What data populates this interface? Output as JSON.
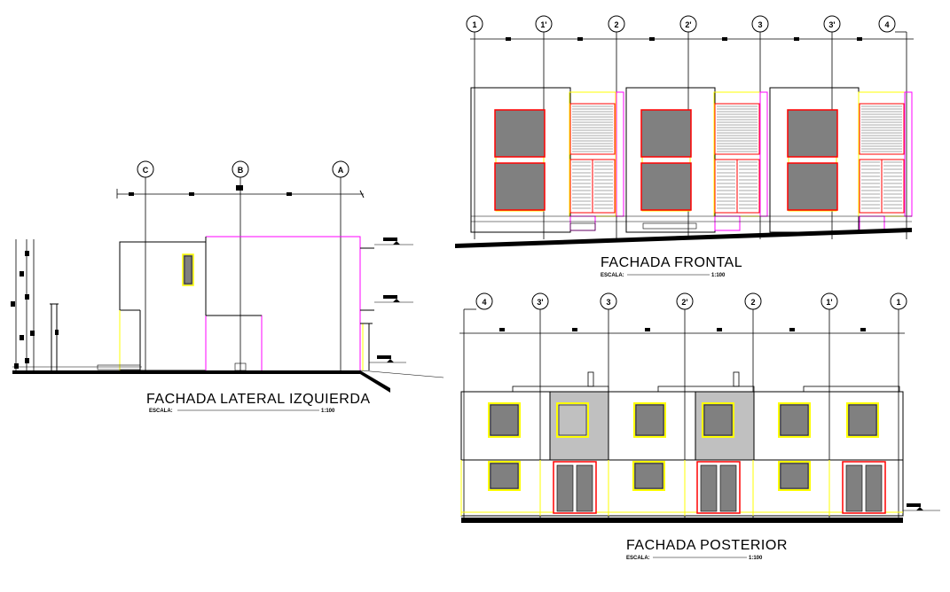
{
  "views": {
    "lateral": {
      "title": "FACHADA  LATERAL IZQUIERDA",
      "scale_label": "ESCALA:",
      "scale_value": "1:100",
      "axes": [
        "C",
        "B",
        "A"
      ]
    },
    "frontal": {
      "title": "FACHADA  FRONTAL",
      "scale_label": "ESCALA:",
      "scale_value": "1:100",
      "axes": [
        "1",
        "1'",
        "2",
        "2'",
        "3",
        "3'",
        "4"
      ]
    },
    "posterior": {
      "title": "FACHADA  POSTERIOR",
      "scale_label": "ESCALA:",
      "scale_value": "1:100",
      "axes": [
        "4",
        "3'",
        "3",
        "2'",
        "2",
        "1'",
        "1"
      ]
    }
  },
  "colors": {
    "line": "#000000",
    "glass": "#808080",
    "glass_light": "#c0c0c0",
    "frame_red": "#ff0000",
    "frame_yellow": "#ffff00",
    "magenta": "#ff00ff",
    "shutter": "#d0d0d0"
  }
}
